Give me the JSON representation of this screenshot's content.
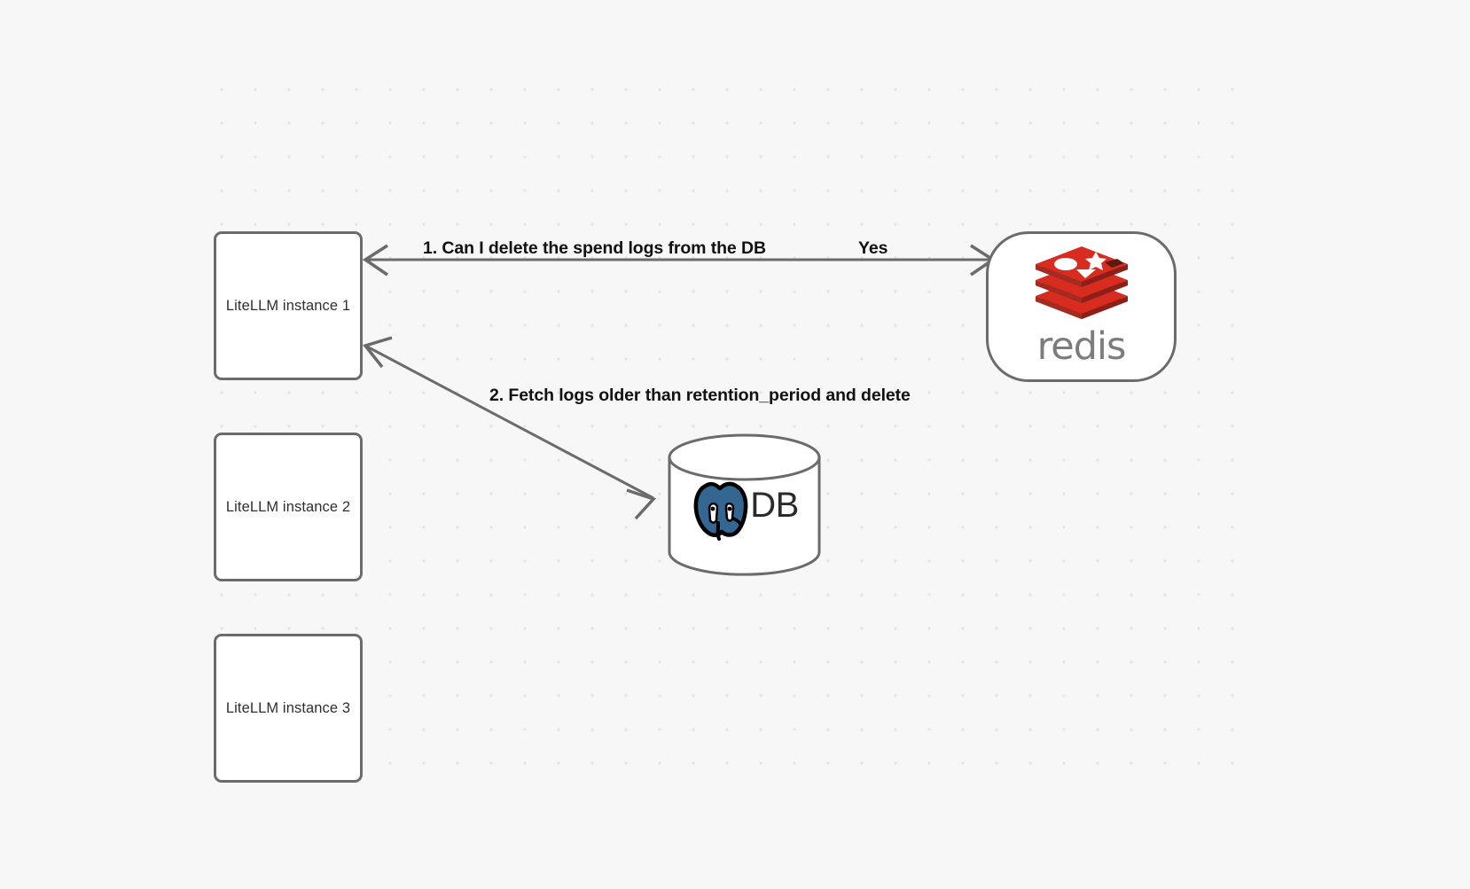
{
  "canvas": {
    "background_color": "#f7f7f7",
    "grid_dot_color": "#e3e3e3"
  },
  "nodes": [
    {
      "id": "litellm-1",
      "label": "LiteLLM instance 1",
      "shape": "rounded-rect"
    },
    {
      "id": "litellm-2",
      "label": "LiteLLM instance 2",
      "shape": "rounded-rect"
    },
    {
      "id": "litellm-3",
      "label": "LiteLLM instance 3",
      "shape": "rounded-rect"
    },
    {
      "id": "redis",
      "label": "redis",
      "shape": "rounded-pill",
      "logo": "redis-logo",
      "logo_color": "#d82c20",
      "wordmark_color": "#7c7c7c"
    },
    {
      "id": "postgres-db",
      "label": "DB",
      "shape": "cylinder",
      "logo": "postgresql-elephant-icon",
      "logo_color": "#336791"
    }
  ],
  "edges": [
    {
      "id": "edge-redis",
      "from": "litellm-1",
      "to": "redis",
      "arrowheads": "both",
      "label_question": "1.  Can I delete the spend logs from the DB",
      "label_answer": "Yes"
    },
    {
      "id": "edge-db",
      "from": "postgres-db",
      "to": "litellm-1",
      "arrowheads": "both",
      "label": "2.  Fetch logs older than retention_period and delete"
    }
  ],
  "edge_style": {
    "stroke_color": "#6b6b6b",
    "stroke_width": 3
  }
}
